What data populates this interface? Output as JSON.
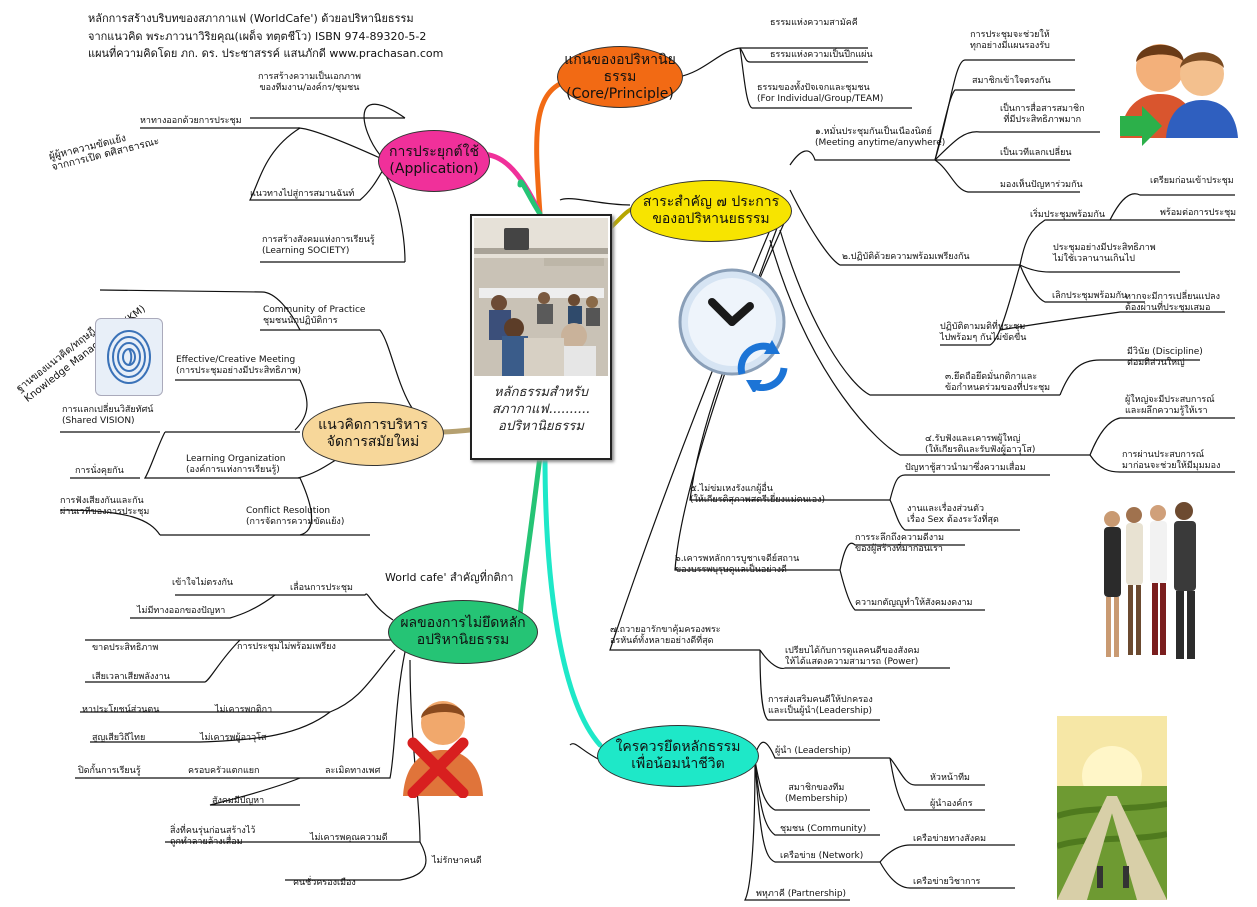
{
  "header": {
    "lines": [
      "หลักการสร้างบริบทของสภากาแฟ (WorldCafe') ด้วยอปริหานิยธรรม",
      "จากแนวคิด พระภาวนาวิริยคุณ(เผด็จ ทตฺตชีโว) ISBN 974-89320-5-2",
      "แผนที่ความคิดโดย ภก. ดร. ประชาสรรค์ แสนภักดี www.prachasan.com"
    ]
  },
  "center": {
    "caption": [
      "หลักธรรมสำหรับ",
      "สภากาแฟ..........",
      "อปริหานิยธรรม"
    ]
  },
  "colors": {
    "application": "#f0309a",
    "management": "#f7d79a",
    "effects": "#25c475",
    "core": "#f26a14",
    "essence": "#f7e400",
    "leadership": "#1ee8c8",
    "center_lines": [
      "#f26a14",
      "#f0309a",
      "#25c475",
      "#1ee8c8",
      "#f7e400"
    ]
  },
  "nodes": {
    "core": [
      "แก่นของอปริหานิยธรรม",
      "(Core/Principle)"
    ],
    "application": [
      "การประยุกต์ใช้",
      "(Application)"
    ],
    "essence": [
      "สาระสำคัญ ๗ ประการ",
      "ของอปริหานยธรรม"
    ],
    "management": [
      "แนวคิดการบริหาร",
      "จัดการสมัยใหม่"
    ],
    "effects": [
      "ผลของการไม่ยึดหลัก",
      "อปริหานิยธรรม"
    ],
    "leadership": [
      "ใครควรยึดหลักธรรม",
      "เพื่อน้อมนำชีวิต"
    ]
  },
  "core_items": [
    "ธรรมแห่งความสามัคคี",
    "ธรรมแห่งความเป็นปึกแผ่น",
    [
      "ธรรมของทั้งปัจเจกและชุมชน",
      "(For Individual/Group/TEAM)"
    ]
  ],
  "application": {
    "items": [
      [
        "การสร้างความเป็นเอกภาพ",
        "ของทีมงาน/องค์กร/ชุมชน"
      ],
      "หาทางออกด้วยการประชุม",
      "แนวทางไปสู่การสมานฉันท์",
      [
        "การสร้างสังคมแห่งการเรียนรู้",
        "(Learning SOCIETY)"
      ]
    ],
    "rotated": [
      "ผู้ผู้หาความขัดแย้ง",
      "จากการเปิด ดศิสาธารณะ"
    ]
  },
  "management": {
    "km_rotated": [
      "ฐานของแนวคิด/ทฤษฎี",
      "Knowledge Management (KM)"
    ],
    "items": [
      [
        "Community of Practice",
        "ชุมชนนักปฏิบัติการ"
      ],
      [
        "Effective/Creative Meeting",
        "(การประชุมอย่างมีประสิทธิภาพ)"
      ],
      [
        "การแลกเปลี่ยนวิสัยทัศน์",
        "(Shared VISION)"
      ],
      [
        "Learning Organization",
        "(องค์การแห่งการเรียนรู้)"
      ],
      "การนั่งคุยกัน",
      [
        "การฟังเสียงกันและกัน",
        "ผ่านเวทีของการประชุม"
      ],
      [
        "Conflict Resolution",
        "(การจัดการความขัดแย้ง)"
      ]
    ]
  },
  "effects": {
    "worldcafe_note": "World cafe'  สำคัญที่กติกา",
    "items": [
      "เลื่อนการประชุม",
      "เข้าใจไม่ตรงกัน",
      "ไม่มีทางออกของปัญหา",
      "การประชุมไม่พร้อมเพรียง",
      "ขาดประสิทธิภาพ",
      "เสียเวลาเสียพลังงาน",
      "ไม่เคารพกติกา",
      "หาประโยชน์ส่วนตน",
      "ไม่เคารพผู้อาวุโส",
      "สูญเสียวิถีไทย",
      "ละเมิดทางเพศ",
      "ปิดกั้นการเรียนรู้",
      "ครอบครัวแตกแยก",
      "สังคมมีปัญหา",
      "ไม่เคารพคุณความดี",
      [
        "สิ่งที่คนรุ่นก่อนสร้างไว้",
        "ถูกทำลายล้างเสื่อม"
      ],
      "ไม่รักษาคนดี",
      "คนชั่วครองเมือง"
    ]
  },
  "essence": {
    "items": [
      [
        "๑.หมั่นประชุมกันเป็นเนืองนิตย์",
        "(Meeting anytime/anywhere)"
      ],
      [
        "การประชุมจะช่วยให้",
        "ทุกอย่างมีแผนรองรับ"
      ],
      "สมาชิกเข้าใจตรงกัน",
      [
        "เป็นการสื่อสารสมาชิก",
        "ที่มีประสิทธิภาพมาก"
      ],
      "เป็นเวทีแลกเปลี่ยน",
      "มองเห็นปัญหาร่วมกัน",
      "๒.ปฏิบัติด้วยความพร้อมเพรียงกัน",
      "เริ่มประชุมพร้อมกัน",
      "เตรียมก่อนเข้าประชุม",
      "พร้อมต่อการประชุม",
      [
        "ประชุมอย่างมีประสิทธิภาพ",
        "ไม่ใช้เวลานานเกินไป"
      ],
      "เลิกประชุมพร้อมกัน",
      [
        "ปฏิบัติตามมติที่ประชุม",
        "ไปพร้อมๆ กันไม่ขัดขืน"
      ],
      [
        "หากจะมีการเปลี่ยนแปลง",
        "ต้องผ่านที่ประชุมเสมอ"
      ],
      [
        "๓.ยึดถือยึดมั่นกติกาและ",
        "ข้อกำหนดร่วมของที่ประชุม"
      ],
      [
        "มีวินัย (Discipline)",
        "ต่อมติส่วนใหญ่"
      ],
      [
        "๔.รับฟังและเคารพผู้ใหญ่",
        "(ให้เกียรติและรับฟังผู้อาวุโส)"
      ],
      [
        "ผู้ใหญ่จะมีประสบการณ์",
        "และผลึกความรู้ให้เรา"
      ],
      [
        "การผ่านประสบการณ์",
        "มาก่อนจะช่วยให้มีมุมมอง"
      ],
      [
        "๕.ไม่ข่มเหงรังแกผู้อื่น",
        "(ให้เกียรติสุภาพสตรีเยี่ยงแม่ตนเอง)"
      ],
      "ปัญหาชู้สาวนำมาซึ่งความเสื่อม",
      [
        "งานและเรื่องส่วนตัว",
        "เรื่อง Sex ต้องระวังที่สุด"
      ],
      [
        "๖.เคารพหลักการบูชาเจดีย์สถาน",
        "ของบรรพบุรุษดูแลเป็นอย่างดี"
      ],
      [
        "การระลึกถึงความดีงาม",
        "ของผู้สร้างที่มาก่อนเรา"
      ],
      "ความกตัญญูทำให้สังคมงดงาม",
      [
        "๗.ถวายอารักขาคุ้มครองพระ",
        "อรหันต์ทั้งหลายอย่างดีที่สุด"
      ],
      [
        "เปรียบได้กับการดูแลคนดีของสังคม",
        "ให้ได้แสดงความสามารถ (Power)"
      ],
      [
        "การส่งเสริมคนดีให้ปกครอง",
        "และเป็นผู้นำ(Leadership)"
      ]
    ]
  },
  "leadership": {
    "items": [
      "ผู้นำ (Leadership)",
      "หัวหน้าทีม",
      [
        "สมาชิกของทีม",
        "(Membership)"
      ],
      "ผู้นำองค์กร",
      "ชุมชน (Community)",
      "เครือข่าย (Network)",
      "เครือข่ายทางสังคม",
      "เครือข่ายวิชาการ",
      "พหุภาคี (Partnership)"
    ]
  }
}
